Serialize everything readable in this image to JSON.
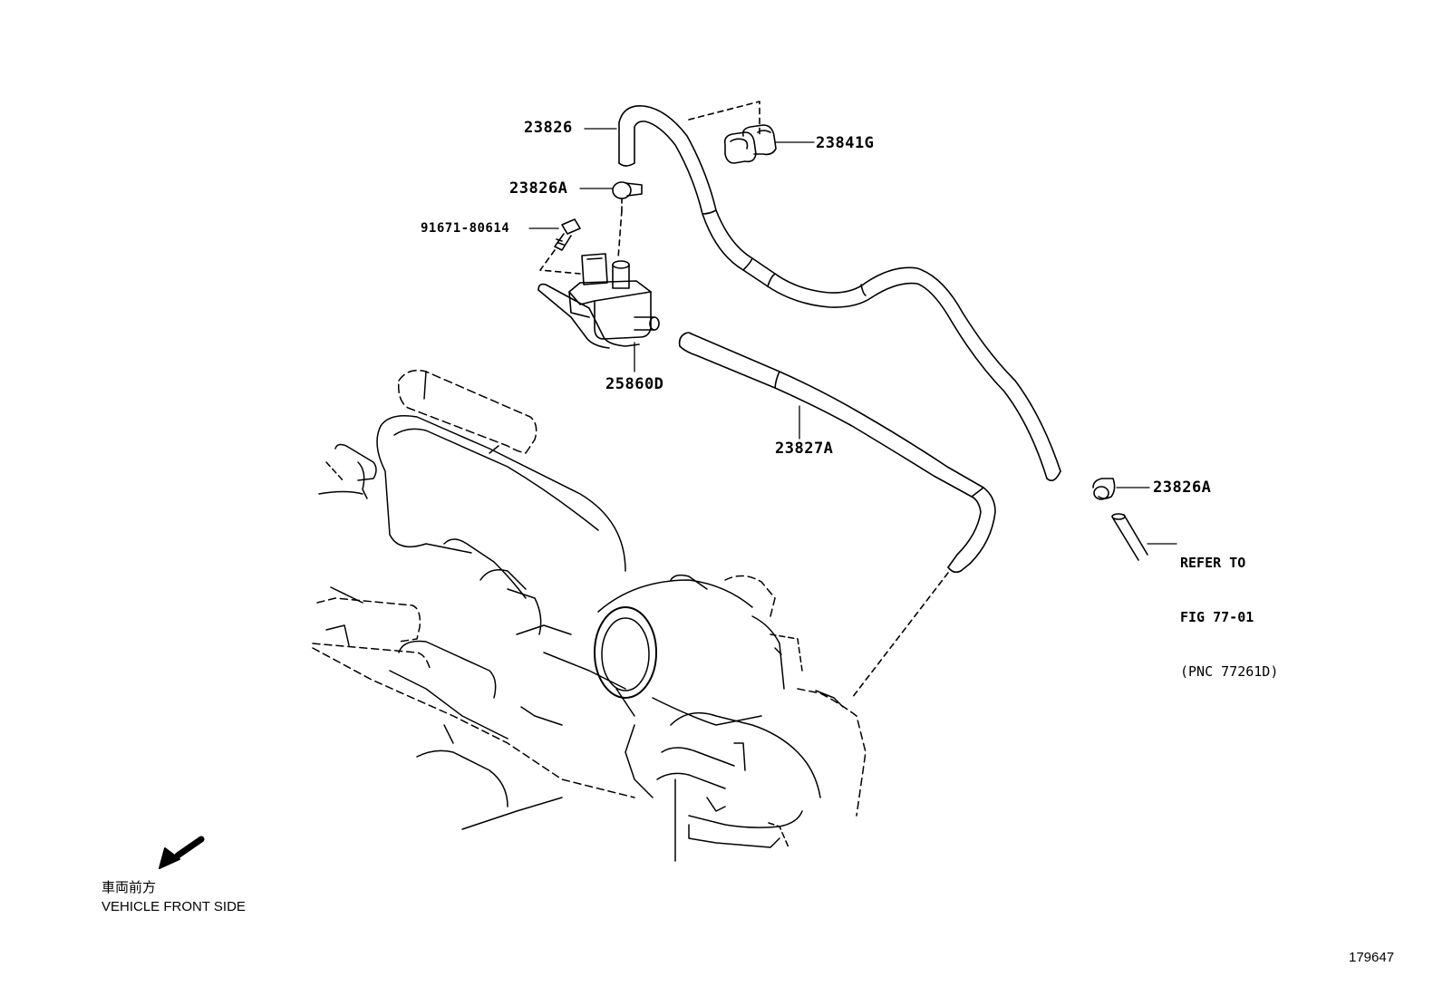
{
  "diagram": {
    "figure_number": "179647",
    "direction": {
      "japanese": "車両前方",
      "english": "VEHICLE FRONT SIDE"
    },
    "parts": {
      "hose_upper": "23826",
      "clamp_upper": "23826A",
      "bolt": "91671-80614",
      "vsv_valve": "25860D",
      "hose_lower": "23827A",
      "clip": "23841G",
      "clamp_lower": "23826A"
    },
    "reference": {
      "line1": "REFER TO",
      "line2": "FIG 77-01",
      "line3": "(PNC 77261D)"
    }
  }
}
